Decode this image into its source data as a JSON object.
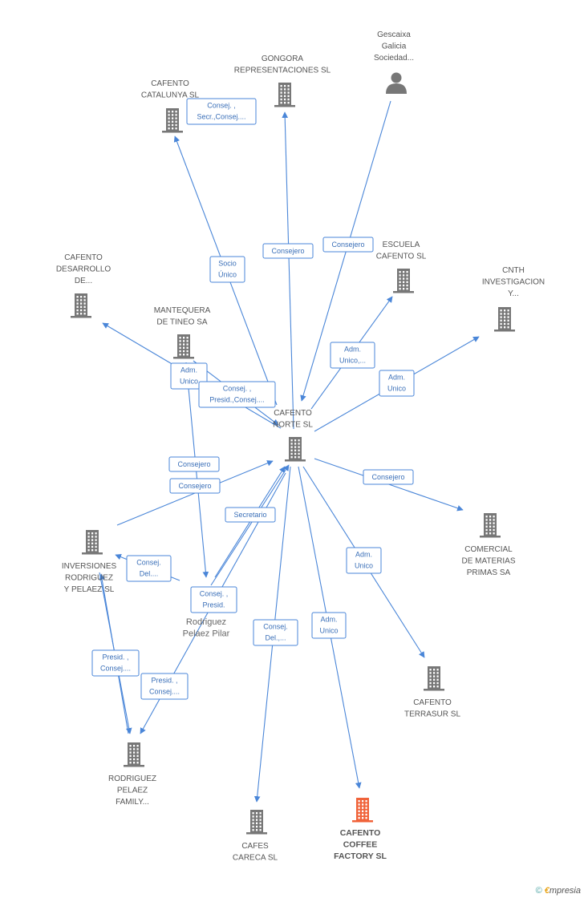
{
  "colors": {
    "edge": "#4a86d8",
    "building": "#777777",
    "building_highlight": "#f0633a",
    "person": "#777777"
  },
  "nodes": [
    {
      "id": "center",
      "icon": "building-icon",
      "label": [
        "CAFENTO",
        "NORTE SL"
      ]
    },
    {
      "id": "catalunya",
      "icon": "building-icon",
      "label": [
        "CAFENTO",
        "CATALUNYA  SL"
      ]
    },
    {
      "id": "gongora",
      "icon": "building-icon",
      "label": [
        "GONGORA",
        "REPRESENTACIONES SL"
      ]
    },
    {
      "id": "gescaixa",
      "icon": "person-icon",
      "label": [
        "Gescaixa",
        "Galicia",
        "Sociedad..."
      ]
    },
    {
      "id": "escuela",
      "icon": "building-icon",
      "label": [
        "ESCUELA",
        "CAFENTO  SL"
      ]
    },
    {
      "id": "cnth",
      "icon": "building-icon",
      "label": [
        "CNTH",
        "INVESTIGACION",
        "Y..."
      ]
    },
    {
      "id": "desarrollo",
      "icon": "building-icon",
      "label": [
        "CAFENTO",
        "DESARROLLO",
        "DE..."
      ]
    },
    {
      "id": "mantequera",
      "icon": "building-icon",
      "label": [
        "MANTEQUERA",
        "DE TINEO SA"
      ]
    },
    {
      "id": "comercial",
      "icon": "building-icon",
      "label": [
        "COMERCIAL",
        "DE MATERIAS",
        "PRIMAS SA"
      ]
    },
    {
      "id": "inversiones",
      "icon": "building-icon",
      "label": [
        "INVERSIONES",
        "RODRIGUEZ",
        "Y PELAEZ SL"
      ]
    },
    {
      "id": "pilar",
      "icon": "none",
      "label": [
        "Rodriguez",
        "Pelaez Pilar"
      ]
    },
    {
      "id": "terrasur",
      "icon": "building-icon",
      "label": [
        "CAFENTO",
        "TERRASUR SL"
      ]
    },
    {
      "id": "family",
      "icon": "building-icon",
      "label": [
        "RODRIGUEZ",
        "PELAEZ",
        "FAMILY..."
      ]
    },
    {
      "id": "careca",
      "icon": "building-icon",
      "label": [
        "CAFES",
        "CARECA SL"
      ]
    },
    {
      "id": "coffee",
      "icon": "building-icon",
      "highlight": true,
      "label": [
        "CAFENTO",
        "COFFEE",
        "FACTORY SL"
      ]
    }
  ],
  "edges": [
    {
      "id": "e-catalunya",
      "label": [
        "Consej. ,",
        "Secr.,Consej...."
      ]
    },
    {
      "id": "e-socio",
      "label": [
        "Socio",
        "Único"
      ]
    },
    {
      "id": "e-gongora",
      "label": [
        "Consejero"
      ]
    },
    {
      "id": "e-gescaixa",
      "label": [
        "Consejero"
      ]
    },
    {
      "id": "e-escuela",
      "label": [
        "Adm.",
        "Unico,..."
      ]
    },
    {
      "id": "e-cnth",
      "label": [
        "Adm.",
        "Unico"
      ]
    },
    {
      "id": "e-desarrollo",
      "label": [
        "Adm.",
        "Unico"
      ]
    },
    {
      "id": "e-mantequera",
      "label": [
        "Consej. ,",
        "Presid.,Consej...."
      ]
    },
    {
      "id": "e-consejero1",
      "label": [
        "Consejero"
      ]
    },
    {
      "id": "e-consejero2",
      "label": [
        "Consejero"
      ]
    },
    {
      "id": "e-comercial",
      "label": [
        "Consejero"
      ]
    },
    {
      "id": "e-secretario",
      "label": [
        "Secretario"
      ]
    },
    {
      "id": "e-terrasur",
      "label": [
        "Adm.",
        "Unico"
      ]
    },
    {
      "id": "e-inv",
      "label": [
        "Consej.",
        "Del...."
      ]
    },
    {
      "id": "e-pilar",
      "label": [
        "Consej. ,",
        "Presid."
      ]
    },
    {
      "id": "e-careca",
      "label": [
        "Consej.",
        "Del.,..."
      ]
    },
    {
      "id": "e-coffee",
      "label": [
        "Adm.",
        "Unico"
      ]
    },
    {
      "id": "e-fam1",
      "label": [
        "Presid. ,",
        "Consej...."
      ]
    },
    {
      "id": "e-fam2",
      "label": [
        "Presid. ,",
        "Consej...."
      ]
    }
  ],
  "footer": {
    "copyright": "©",
    "brand_first": "€",
    "brand_rest": "mpresia"
  }
}
